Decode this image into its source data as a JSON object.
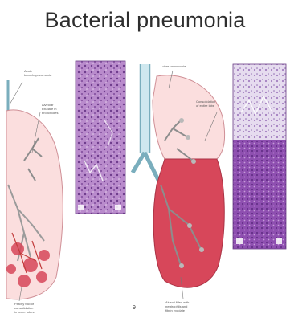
{
  "title": "Bacterial pneumonia",
  "colors": {
    "lung_pale": "#fbdede",
    "lung_consolidated": "#d7475a",
    "airway": "#cfe8ef",
    "airway_outline": "#7aaebd",
    "bronchiole": "#8d8d8d",
    "vessel": "#c23c3c",
    "histo_purple": "#9c64b6",
    "histo_light": "#e3d6ec"
  },
  "panels": [
    {
      "name": "bronchopneumonia",
      "labels": {
        "top": "Acute\nbronchopneumonia",
        "middle": "Alveolar\nexudate in\nbronchioles",
        "bottom": "Patchy foci of\nconsolidation\nin lower lobes"
      }
    },
    {
      "name": "lobar-pneumonia",
      "labels": {
        "top": "Lobar pneumonia",
        "middle": "Consolidation\nof entire lobe",
        "bottom": "Alveoli filled with\nneutrophils and\nfibrin exudate"
      }
    }
  ],
  "page_number": "9"
}
